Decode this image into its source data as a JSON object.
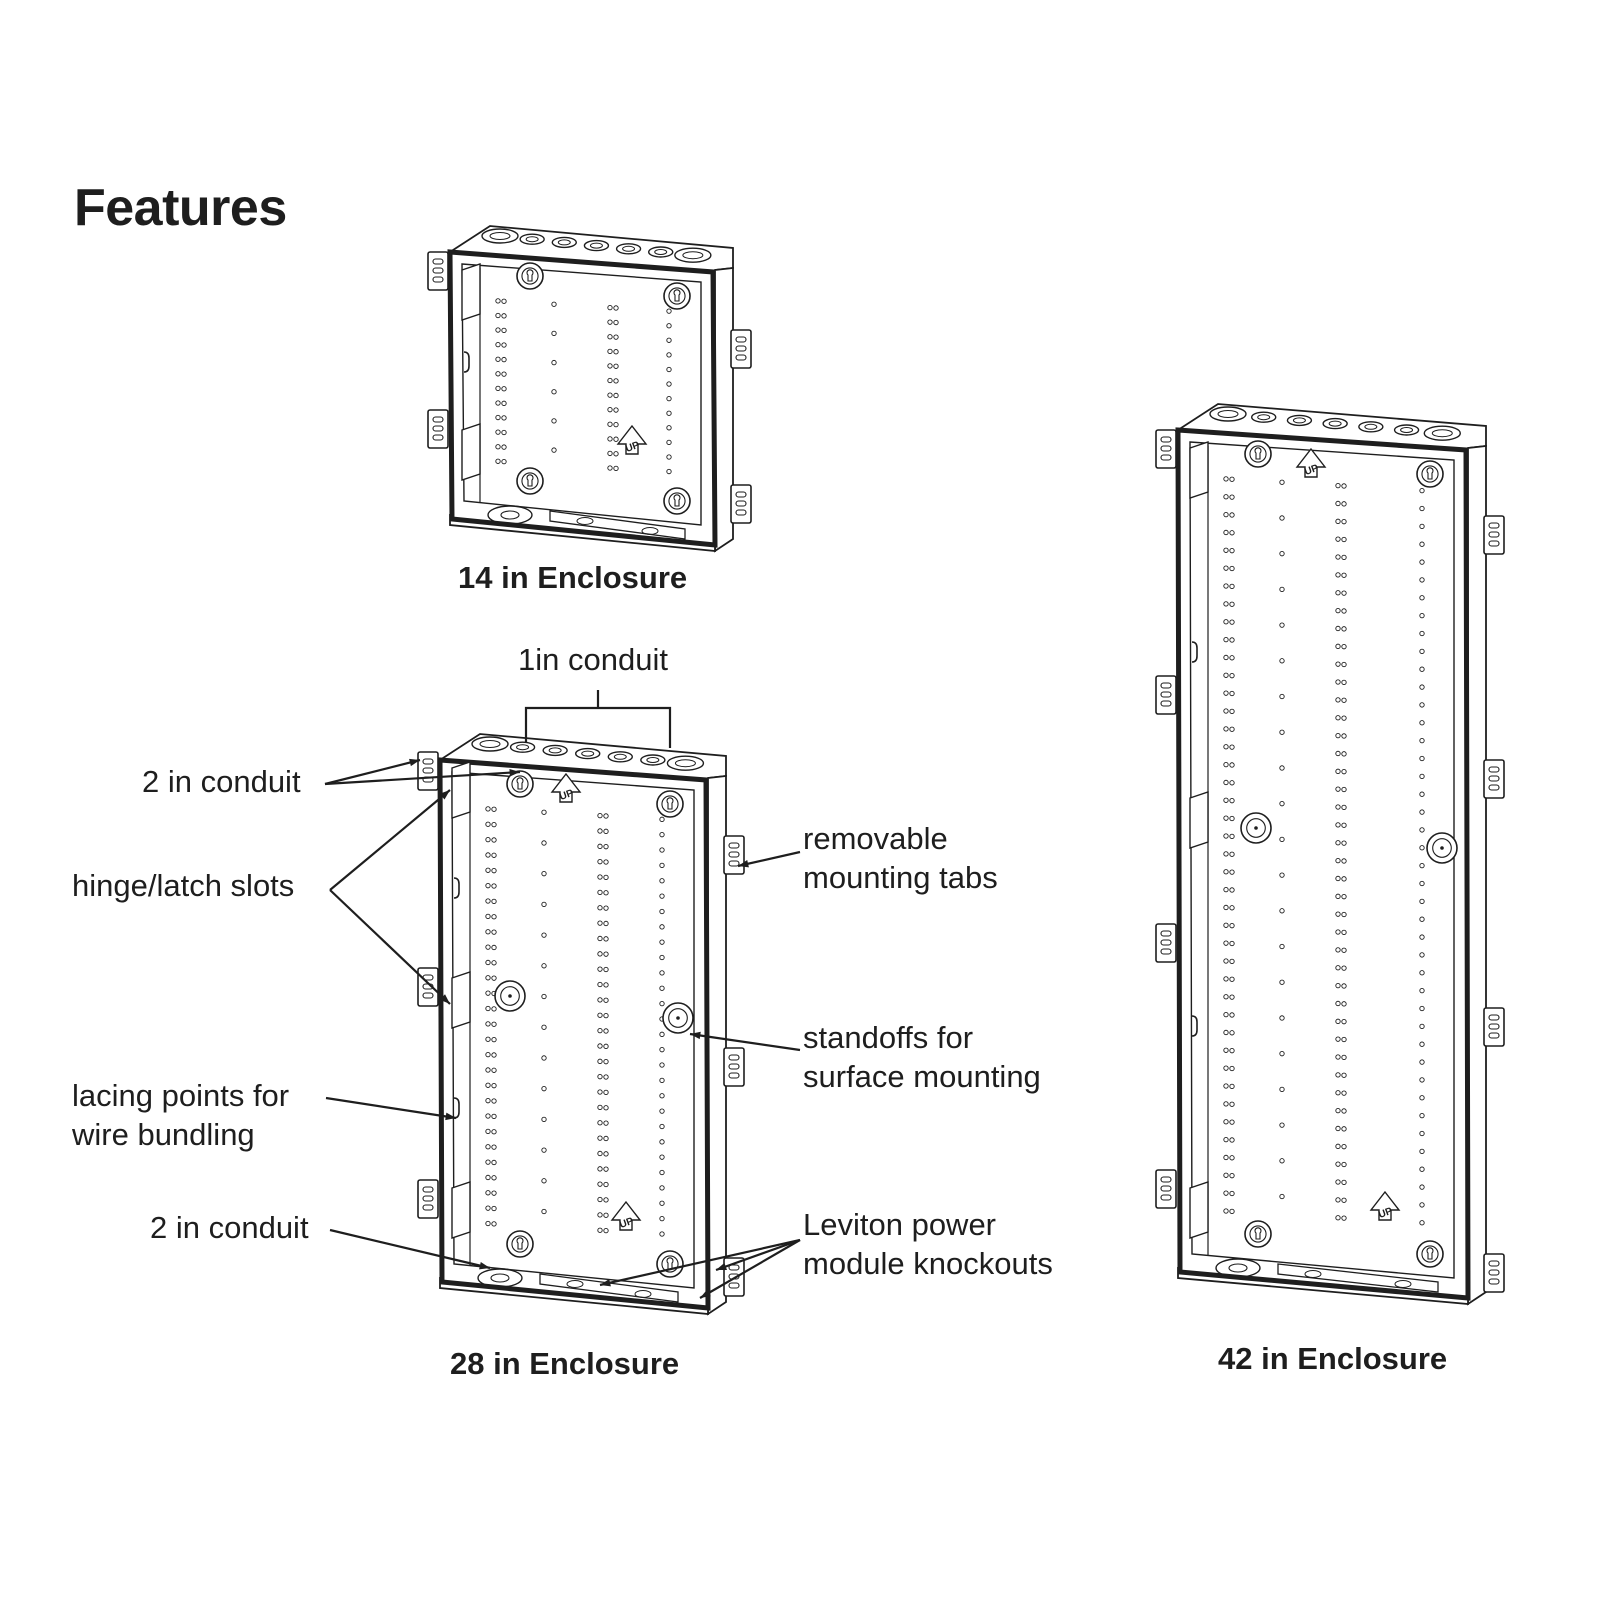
{
  "page": {
    "title": "Features"
  },
  "enclosures": {
    "small": {
      "caption": "14 in Enclosure"
    },
    "medium": {
      "caption": "28 in Enclosure"
    },
    "large": {
      "caption": "42 in Enclosure"
    }
  },
  "callouts": {
    "conduit_1in": "1in conduit",
    "conduit_2in_top": "2 in conduit",
    "hinge_latch": "hinge/latch slots",
    "lacing_line1": "lacing points for",
    "lacing_line2": "wire bundling",
    "conduit_2in_bottom": "2 in conduit",
    "tabs_line1": "removable",
    "tabs_line2": "mounting tabs",
    "standoffs_line1": "standoffs for",
    "standoffs_line2": "surface mounting",
    "power_line1": "Leviton power",
    "power_line2": "module knockouts"
  },
  "markings": {
    "up": "UP"
  },
  "colors": {
    "line": "#1e1e1e",
    "background": "#ffffff"
  }
}
